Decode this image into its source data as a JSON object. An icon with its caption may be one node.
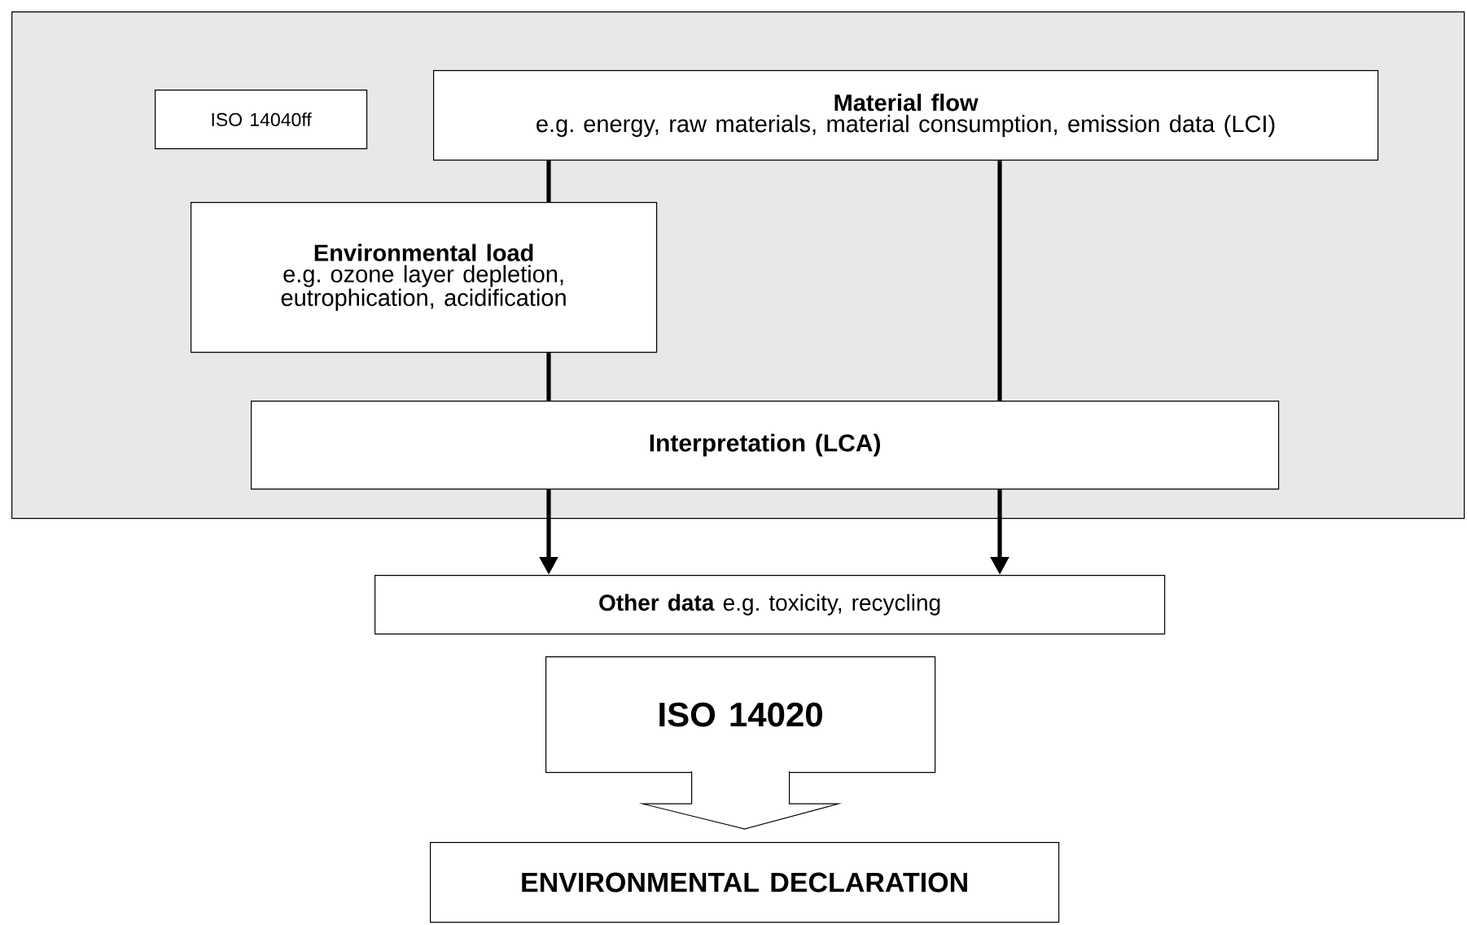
{
  "diagram": {
    "nodes": [
      {
        "text": [],
        "shape": "box"
      },
      {
        "text": [
          "ISO 14040ff"
        ],
        "in": 0
      },
      {
        "text": [
          "Material flow",
          "e.g. energy, raw materials, material consumption, emission data (LCI)"
        ],
        "in": 0
      },
      {
        "text": [
          "Environmental load",
          "e.g. ozone layer depletion, eutrophication, acidification"
        ],
        "in": 0
      },
      {
        "text": [
          "Interpretation (LCA)"
        ],
        "in": 0
      },
      {
        "text": [
          "**Other data** e.g. toxicity, recycling"
        ]
      },
      {
        "text": [
          "ISO 14020"
        ]
      },
      {
        "text": [
          "ENVIRONMENTAL DECLARATION"
        ]
      }
    ],
    "edges": [
      {
        "from": 2,
        "to": 3,
        "arrow": "none"
      },
      {
        "from": 3,
        "to": 4,
        "arrow": "none"
      },
      {
        "from": 2,
        "to": 4,
        "arrow": "none"
      },
      {
        "from": 4,
        "to": 5,
        "arrow": "to"
      },
      {
        "from": 4,
        "to": 5,
        "arrow": "to"
      },
      {
        "from": 6,
        "to": 7,
        "arrow": "to"
      }
    ]
  }
}
